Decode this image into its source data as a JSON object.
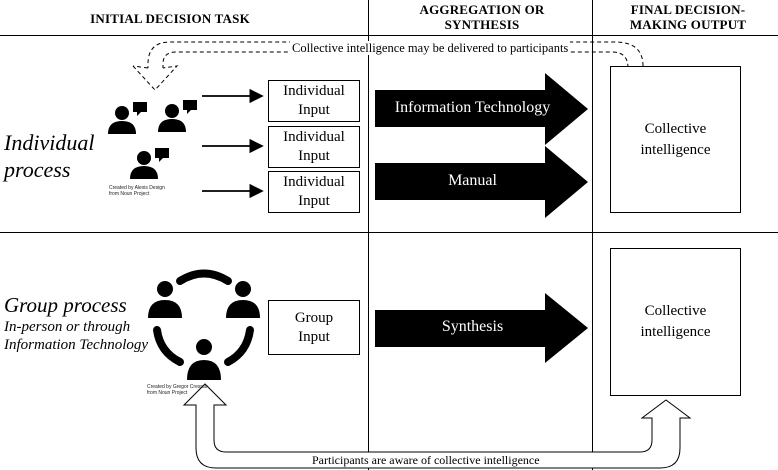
{
  "headers": {
    "initial": "INITIAL DECISION TASK",
    "aggregation_line1": "AGGREGATION OR",
    "aggregation_line2": "SYNTHESIS",
    "final_line1": "FINAL DECISION-",
    "final_line2": "MAKING OUTPUT"
  },
  "individual_row": {
    "label_line1": "Individual",
    "label_line2": "process",
    "inputs": [
      {
        "line1": "Individual",
        "line2": "Input"
      },
      {
        "line1": "Individual",
        "line2": "Input"
      },
      {
        "line1": "Individual",
        "line2": "Input"
      }
    ],
    "arrow_it": "Information Technology",
    "arrow_manual": "Manual",
    "output_line1": "Collective",
    "output_line2": "intelligence",
    "icon_credit_line1": "Created by Alexis Design",
    "icon_credit_line2": "from Noun Project",
    "feedback_note": "Collective intelligence may be delivered to participants"
  },
  "group_row": {
    "label_title": "Group process",
    "label_sub_line1": "In-person or through",
    "label_sub_line2": "Information Technology",
    "input_line1": "Group",
    "input_line2": "Input",
    "arrow_synthesis": "Synthesis",
    "output_line1": "Collective",
    "output_line2": "intelligence",
    "icon_credit_line1": "Created by Gregor Cresnar",
    "icon_credit_line2": "from Noun Project",
    "feedback_note": "Participants are aware of collective intelligence"
  },
  "icons": [
    "chat-person-icon",
    "group-meeting-icon"
  ]
}
